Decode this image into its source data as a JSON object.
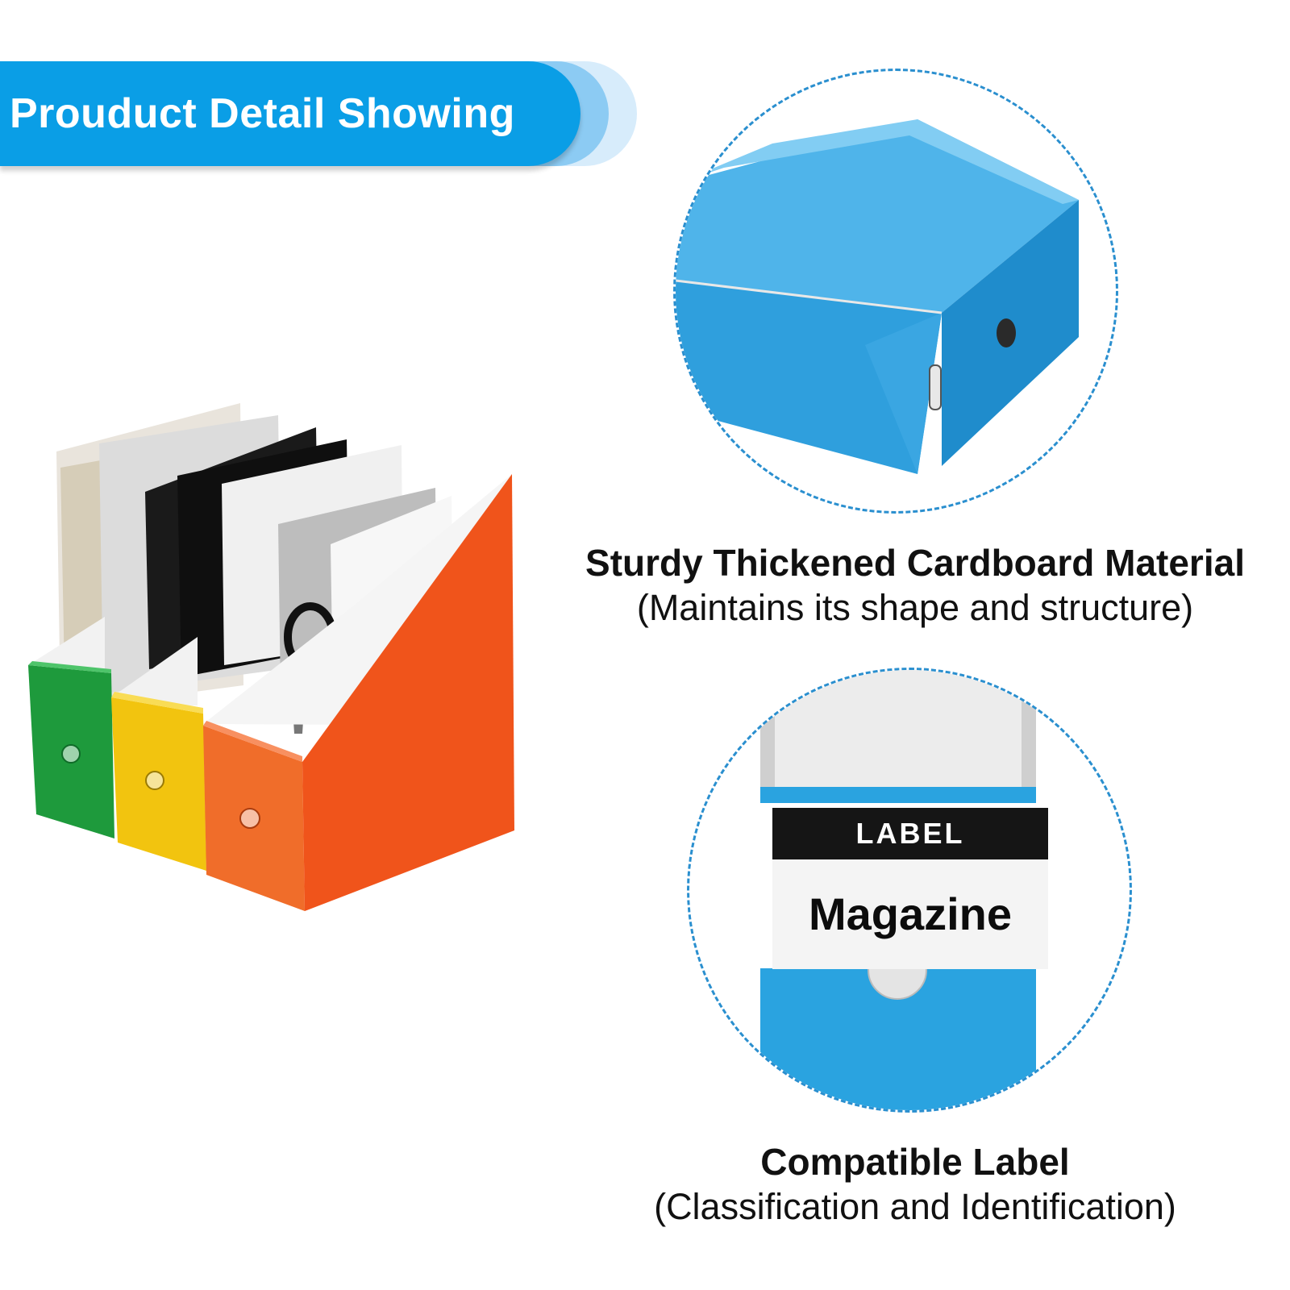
{
  "banner": {
    "title": "Prouduct Detail Showing"
  },
  "features": [
    {
      "title": "Sturdy Thickened Cardboard Material",
      "subtitle": "(Maintains its shape and structure)"
    },
    {
      "title": "Compatible Label",
      "subtitle": "(Classification and Identification)"
    }
  ],
  "label_card": {
    "header": "LABEL",
    "value": "Magazine"
  },
  "colors": {
    "banner_blue": "#0a9ee6",
    "holder_blue": "#2aa3e0",
    "holder_green": "#1e9a3c",
    "holder_yellow": "#f2c40f",
    "holder_orange": "#f15a1f",
    "dashed_border": "#2a8fcf"
  }
}
